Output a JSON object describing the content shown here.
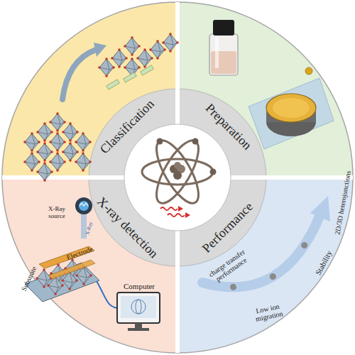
{
  "diagram": {
    "nodes": [
      {
        "text": [
          "Classification"
        ]
      },
      {
        "text": [
          "Preparation"
        ]
      },
      {
        "text": [
          "X-ray detection"
        ]
      },
      {
        "text": [
          "Performance"
        ]
      }
    ],
    "labels": [
      "X-Ray source",
      "X-Ray",
      "Electrode",
      "Substrate",
      "Computer",
      "charge transfer performance",
      "Low ion migration",
      "Stability",
      "2D/3D heterojunctions"
    ]
  }
}
